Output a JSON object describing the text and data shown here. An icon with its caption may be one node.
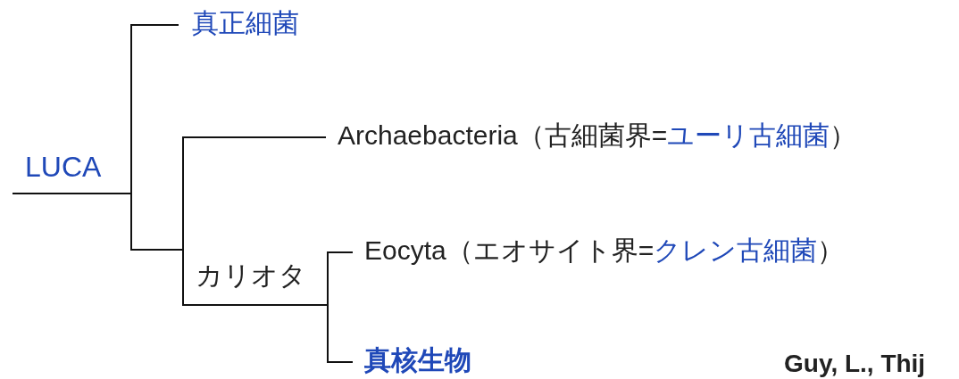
{
  "diagram": {
    "nodes": [
      {
        "text": [
          "LUCA"
        ]
      },
      {
        "text": [
          "真正細菌"
        ]
      },
      {
        "text": [
          "Archaebacteria（古細菌界=",
          "ユーリ古細菌",
          "）"
        ]
      },
      {
        "text": [
          "カリオタ"
        ]
      },
      {
        "text": [
          "Eocyta（エオサイト界=",
          "クレン古細菌",
          "）"
        ]
      },
      {
        "text": [
          "真核生物"
        ]
      }
    ],
    "edges": [
      {
        "from": 0,
        "to": 1,
        "arrow": "none"
      },
      {
        "from": 0,
        "to": 2,
        "arrow": "none"
      },
      {
        "from": 0,
        "to": 3,
        "arrow": "none"
      },
      {
        "from": 3,
        "to": 4,
        "arrow": "none"
      },
      {
        "from": 3,
        "to": 5,
        "arrow": "none"
      }
    ],
    "labels": [
      "Guy, L., Thij"
    ]
  }
}
